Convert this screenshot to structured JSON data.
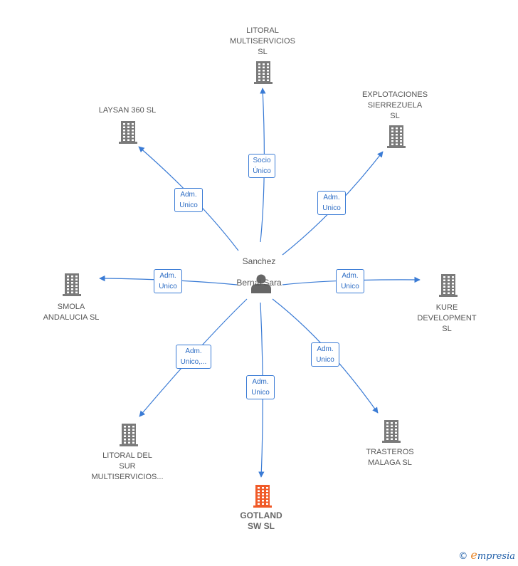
{
  "center": {
    "name_line1": "Sanchez",
    "name_line2": "Bernal Sara",
    "icon": "person-icon"
  },
  "nodes": [
    {
      "id": "litoral-multiservicios",
      "label": "LITORAL\nMULTISERVICIOS\nSL",
      "icon": "building-icon",
      "color": "#7a7a7a"
    },
    {
      "id": "laysan-360",
      "label": "LAYSAN 360  SL",
      "icon": "building-icon",
      "color": "#7a7a7a"
    },
    {
      "id": "explotaciones-sierrezuela",
      "label": "EXPLOTACIONES\nSIERREZUELA\nSL",
      "icon": "building-icon",
      "color": "#7a7a7a"
    },
    {
      "id": "smola-andalucia",
      "label": "SMOLA\nANDALUCIA  SL",
      "icon": "building-icon",
      "color": "#7a7a7a"
    },
    {
      "id": "kure-development",
      "label": "KURE\nDEVELOPMENT\nSL",
      "icon": "building-icon",
      "color": "#7a7a7a"
    },
    {
      "id": "litoral-del-sur",
      "label": "LITORAL DEL\nSUR\nMULTISERVICIOS...",
      "icon": "building-icon",
      "color": "#7a7a7a"
    },
    {
      "id": "trasteros-malaga",
      "label": "TRASTEROS\nMALAGA SL",
      "icon": "building-icon",
      "color": "#7a7a7a"
    },
    {
      "id": "gotland-sw",
      "label": "GOTLAND\nSW  SL",
      "icon": "building-icon",
      "color": "#f05a28",
      "focus": true
    }
  ],
  "edges": [
    {
      "to": "litoral-multiservicios",
      "label": "Socio\nÚnico"
    },
    {
      "to": "laysan-360",
      "label": "Adm.\nUnico"
    },
    {
      "to": "explotaciones-sierrezuela",
      "label": "Adm.\nUnico"
    },
    {
      "to": "smola-andalucia",
      "label": "Adm.\nUnico"
    },
    {
      "to": "kure-development",
      "label": "Adm.\nUnico"
    },
    {
      "to": "litoral-del-sur",
      "label": "Adm.\nUnico,..."
    },
    {
      "to": "trasteros-malaga",
      "label": "Adm.\nUnico"
    },
    {
      "to": "gotland-sw",
      "label": "Adm.\nUnico"
    }
  ],
  "colors": {
    "edge": "#3a7bd5",
    "building": "#7a7a7a",
    "focus_building": "#f05a28",
    "person": "#666666"
  },
  "watermark": {
    "copyright": "©",
    "brand_initial": "e",
    "brand_rest": "mpresia"
  }
}
